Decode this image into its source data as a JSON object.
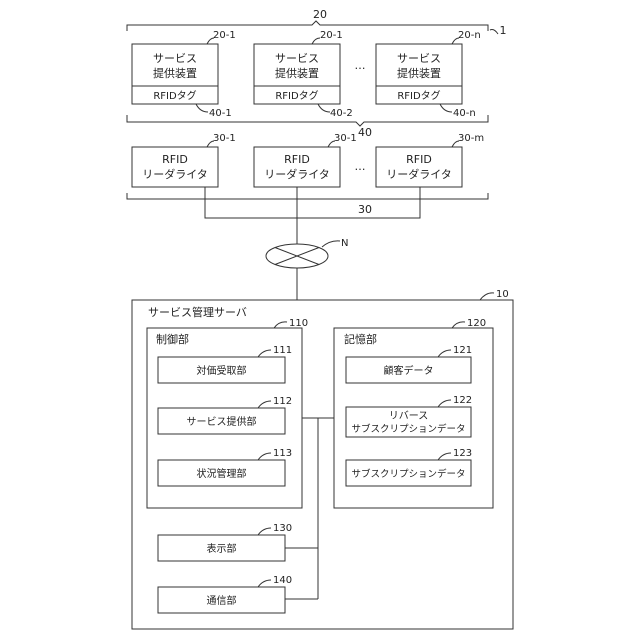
{
  "system": {
    "number": "1",
    "service_group_number": "20",
    "tag_group_number": "40",
    "reader_group_number": "30",
    "network_label": "N",
    "ellipsis": "…"
  },
  "service_devices": [
    {
      "label_line1": "サービス",
      "label_line2": "提供装置",
      "tag_label": "RFIDタグ",
      "device_number": "20-1",
      "tag_number": "40-1"
    },
    {
      "label_line1": "サービス",
      "label_line2": "提供装置",
      "tag_label": "RFIDタグ",
      "device_number": "20-1",
      "tag_number": "40-2"
    },
    {
      "label_line1": "サービス",
      "label_line2": "提供装置",
      "tag_label": "RFIDタグ",
      "device_number": "20-n",
      "tag_number": "40-n"
    }
  ],
  "readers": [
    {
      "label_line1": "RFID",
      "label_line2": "リーダライタ",
      "number": "30-1"
    },
    {
      "label_line1": "RFID",
      "label_line2": "リーダライタ",
      "number": "30-1"
    },
    {
      "label_line1": "RFID",
      "label_line2": "リーダライタ",
      "number": "30-m"
    }
  ],
  "server": {
    "title": "サービス管理サーバ",
    "number": "10",
    "control": {
      "title": "制御部",
      "number": "110",
      "units": [
        {
          "label": "対価受取部",
          "number": "111"
        },
        {
          "label": "サービス提供部",
          "number": "112"
        },
        {
          "label": "状況管理部",
          "number": "113"
        }
      ]
    },
    "storage": {
      "title": "記憶部",
      "number": "120",
      "units": [
        {
          "label_line1": "顧客データ",
          "label_line2": "",
          "number": "121"
        },
        {
          "label_line1": "リバース",
          "label_line2": "サブスクリプションデータ",
          "number": "122"
        },
        {
          "label_line1": "サブスクリプションデータ",
          "label_line2": "",
          "number": "123"
        }
      ]
    },
    "display": {
      "label": "表示部",
      "number": "130"
    },
    "comm": {
      "label": "通信部",
      "number": "140"
    }
  }
}
